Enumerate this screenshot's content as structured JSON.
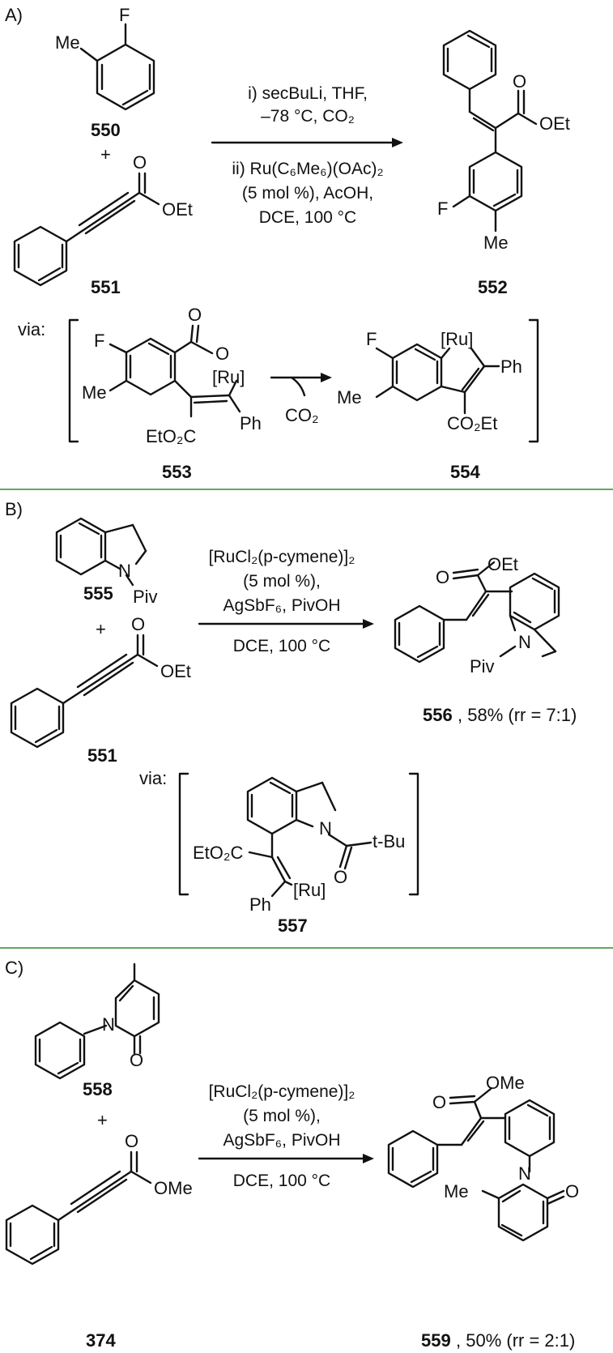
{
  "sections": [
    {
      "label": "A)",
      "substrates": {
        "first": "550",
        "second": "551",
        "plus": "+"
      },
      "conditions": [
        "i) secBuLi, THF,",
        "–78 °C, CO₂",
        "ii) Ru(C₆Me₆)(OAc)₂",
        "(5 mol %), AcOH,",
        "DCE, 100 °C"
      ],
      "product": {
        "id": "552"
      },
      "via_label": "via:",
      "intermediates": [
        {
          "id": "553",
          "extra": "CO₂"
        },
        {
          "id": "554"
        }
      ]
    },
    {
      "label": "B)",
      "substrates": {
        "first": "555",
        "second": "551",
        "plus": "+"
      },
      "conditions": [
        "[RuCl₂(p-cymene)]₂",
        "(5 mol %),",
        "AgSbF₆, PivOH",
        "DCE, 100 °C"
      ],
      "product": {
        "id": "556",
        "yield": ", 58% (rr = 7:1)"
      },
      "via_label": "via:",
      "intermediates": [
        {
          "id": "557"
        }
      ]
    },
    {
      "label": "C)",
      "substrates": {
        "first": "558",
        "second": "374",
        "plus": "+"
      },
      "conditions": [
        "[RuCl₂(p-cymene)]₂",
        "(5 mol %),",
        "AgSbF₆, PivOH",
        "DCE, 100 °C"
      ],
      "product": {
        "id": "559",
        "yield": ", 50% (rr = 2:1)"
      }
    }
  ],
  "atoms": {
    "F": "F",
    "Me": "Me",
    "O": "O",
    "OEt": "OEt",
    "OMe": "OMe",
    "N": "N",
    "Piv": "Piv",
    "Ph": "Ph",
    "Ru": "[Ru]",
    "CO2Et": "CO₂Et",
    "EtO2C": "EtO₂C",
    "tBu": "t-Bu"
  },
  "colors": {
    "divider": "#2e8b2e",
    "ink": "#111111"
  }
}
